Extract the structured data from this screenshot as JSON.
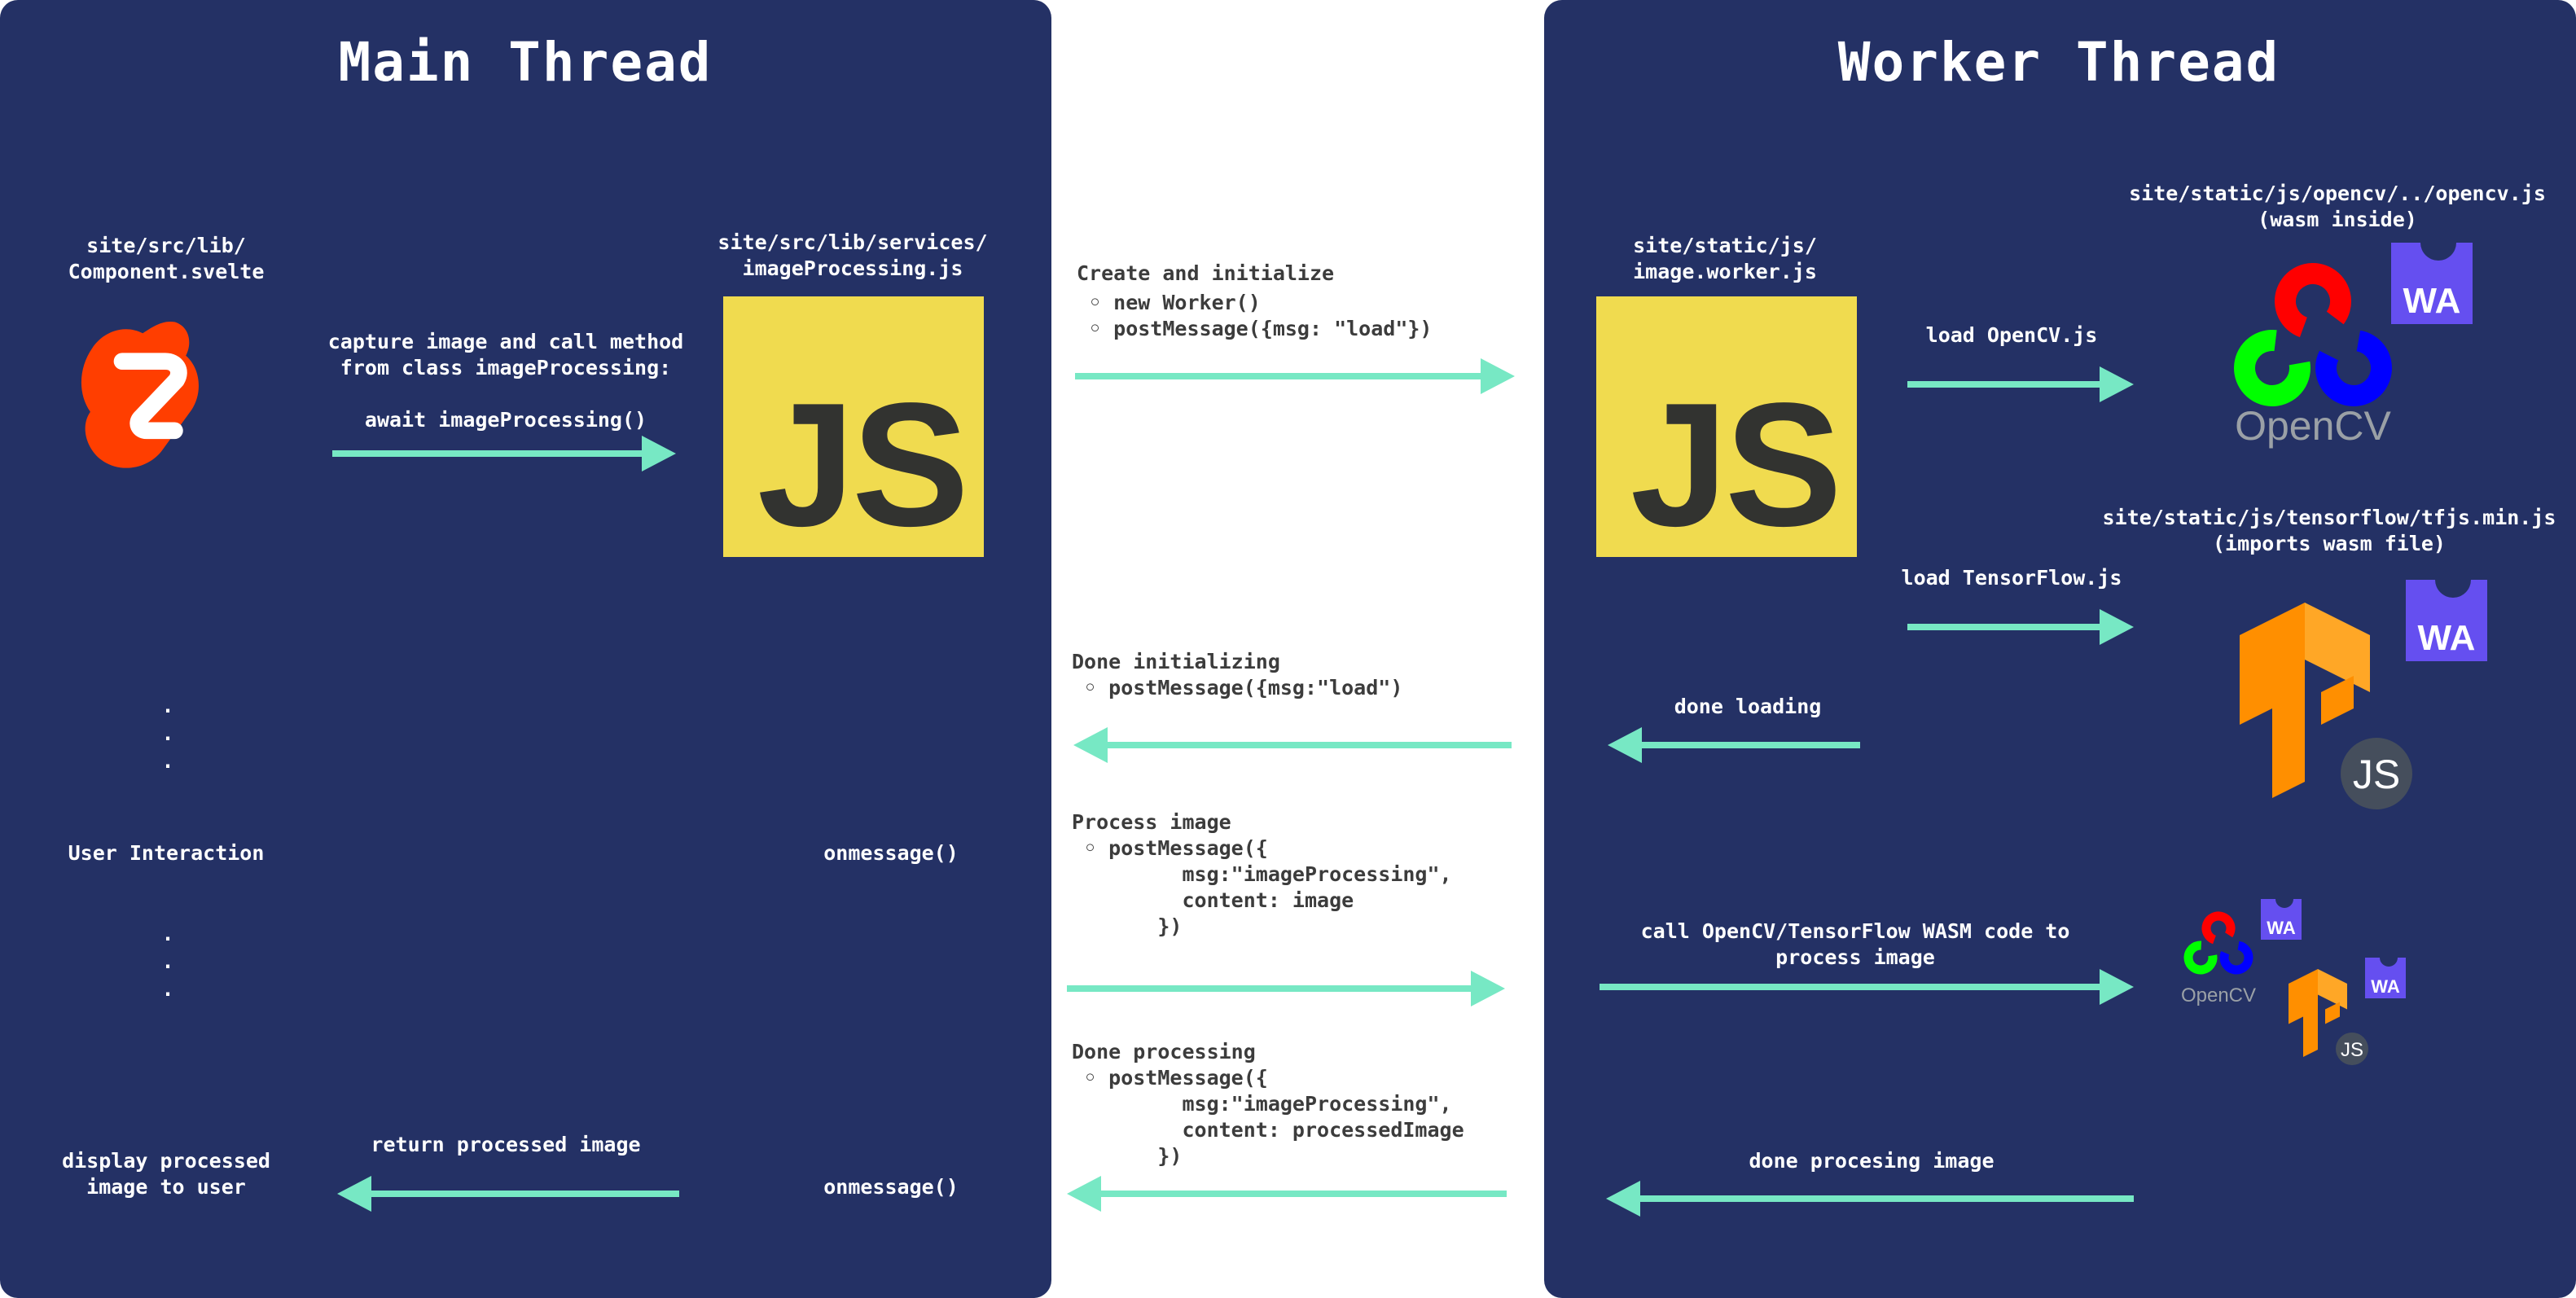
{
  "colors": {
    "panel": "#243165",
    "arrow": "#77e8c4",
    "js_yellow": "#f0db4f",
    "js_text": "#323330",
    "svelte": "#ff3e00",
    "wasm": "#654ff0",
    "tensorflow": "#ff8f00",
    "opencv_red": "#ff0000",
    "opencv_green": "#00ff00",
    "opencv_blue": "#0000ff"
  },
  "main": {
    "title": "Main Thread",
    "component_path": "site/src/lib/\nComponent.svelte",
    "service_path": "site/src/lib/services/\nimageProcessing.js",
    "js_logo": "JS",
    "capture_label": "capture image and call method\nfrom class imageProcessing:",
    "await_label": "await imageProcessing()",
    "ellipsis_top": ".\n.\n.",
    "user_interaction": "User Interaction",
    "onmessage_1": "onmessage()",
    "ellipsis_bottom": ".\n.\n.",
    "return_label": "return processed image",
    "display_label": "display processed\nimage to user",
    "onmessage_2": "onmessage()"
  },
  "middle": {
    "create_title": "Create and initialize",
    "create_items": " ◦ new Worker()\n ◦ postMessage({msg: \"load\"})",
    "done_init_title": "Done initializing",
    "done_init_items": " ◦ postMessage({msg:\"load\")",
    "process_title": "Process image",
    "process_items": " ◦ postMessage({\n         msg:\"imageProcessing\",\n         content: image\n       })",
    "done_proc_title": "Done processing",
    "done_proc_items": " ◦ postMessage({\n         msg:\"imageProcessing\",\n         content: processedImage\n       })"
  },
  "worker": {
    "title": "Worker Thread",
    "worker_path": "site/static/js/\nimage.worker.js",
    "js_logo": "JS",
    "opencv_path": "site/static/js/opencv/../opencv.js\n(wasm inside)",
    "load_opencv": "load OpenCV.js",
    "opencv_logo_text": "OpenCV",
    "wa_badge": "WA",
    "tf_path": "site/static/js/tensorflow/tfjs.min.js\n(imports wasm file)",
    "load_tf": "load TensorFlow.js",
    "tf_js_badge": "JS",
    "done_loading": "done loading",
    "call_label": "call OpenCV/TensorFlow WASM code to\nprocess image",
    "done_processing": "done procesing image"
  }
}
